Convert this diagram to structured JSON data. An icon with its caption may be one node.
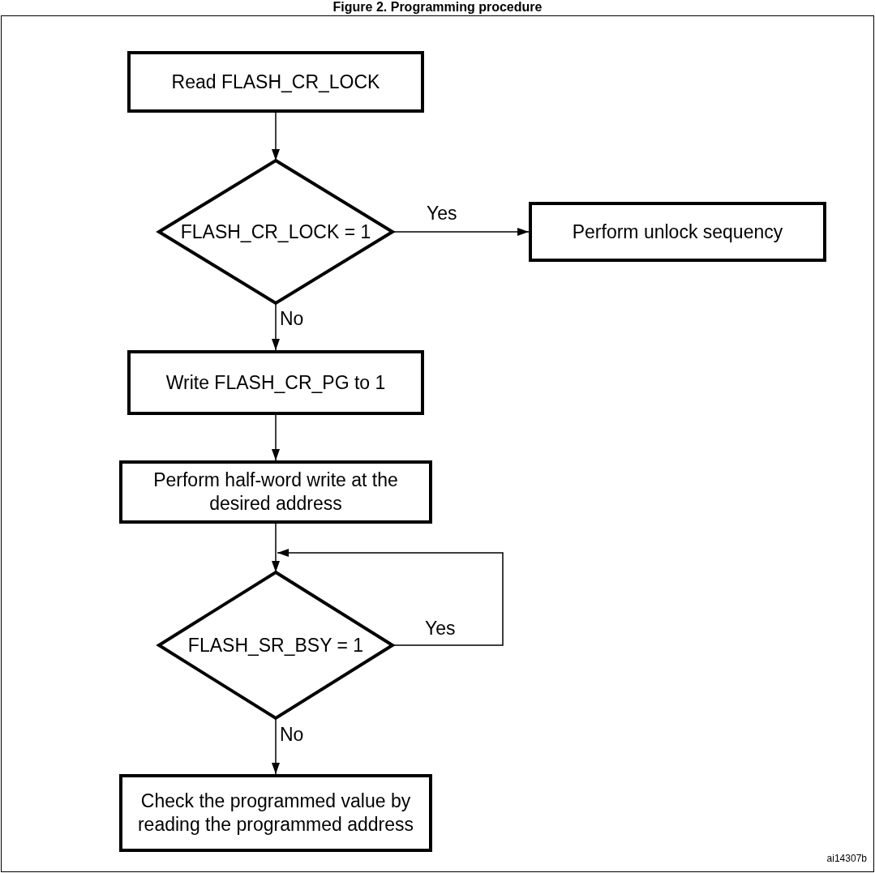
{
  "diagram": {
    "title": "Figure 2. Programming procedure",
    "nodes": [
      {
        "text": [
          "Read FLASH_CR_LOCK"
        ]
      },
      {
        "text": [
          "FLASH_CR_LOCK = 1"
        ]
      },
      {
        "text": [
          "Perform unlock sequency"
        ]
      },
      {
        "text": [
          "Write FLASH_CR_PG to 1"
        ]
      },
      {
        "text": [
          "Perform half-word write at the desired address"
        ]
      },
      {
        "text": [
          "FLASH_SR_BSY = 1"
        ]
      },
      {
        "text": [
          "Check the programmed value by reading the programmed address"
        ]
      }
    ],
    "edges": [
      {
        "from": 0,
        "to": 1,
        "arrow": "to"
      },
      {
        "from": 1,
        "to": 2,
        "arrow": "to",
        "label": "Yes"
      },
      {
        "from": 1,
        "to": 3,
        "arrow": "to",
        "label": "No"
      },
      {
        "from": 3,
        "to": 4,
        "arrow": "to"
      },
      {
        "from": 4,
        "to": 5,
        "arrow": "to"
      },
      {
        "from": 5,
        "to": 5,
        "arrow": "to",
        "label": "Yes"
      },
      {
        "from": 5,
        "to": 6,
        "arrow": "to",
        "label": "No"
      }
    ],
    "labels": [
      "ai14307b"
    ]
  }
}
